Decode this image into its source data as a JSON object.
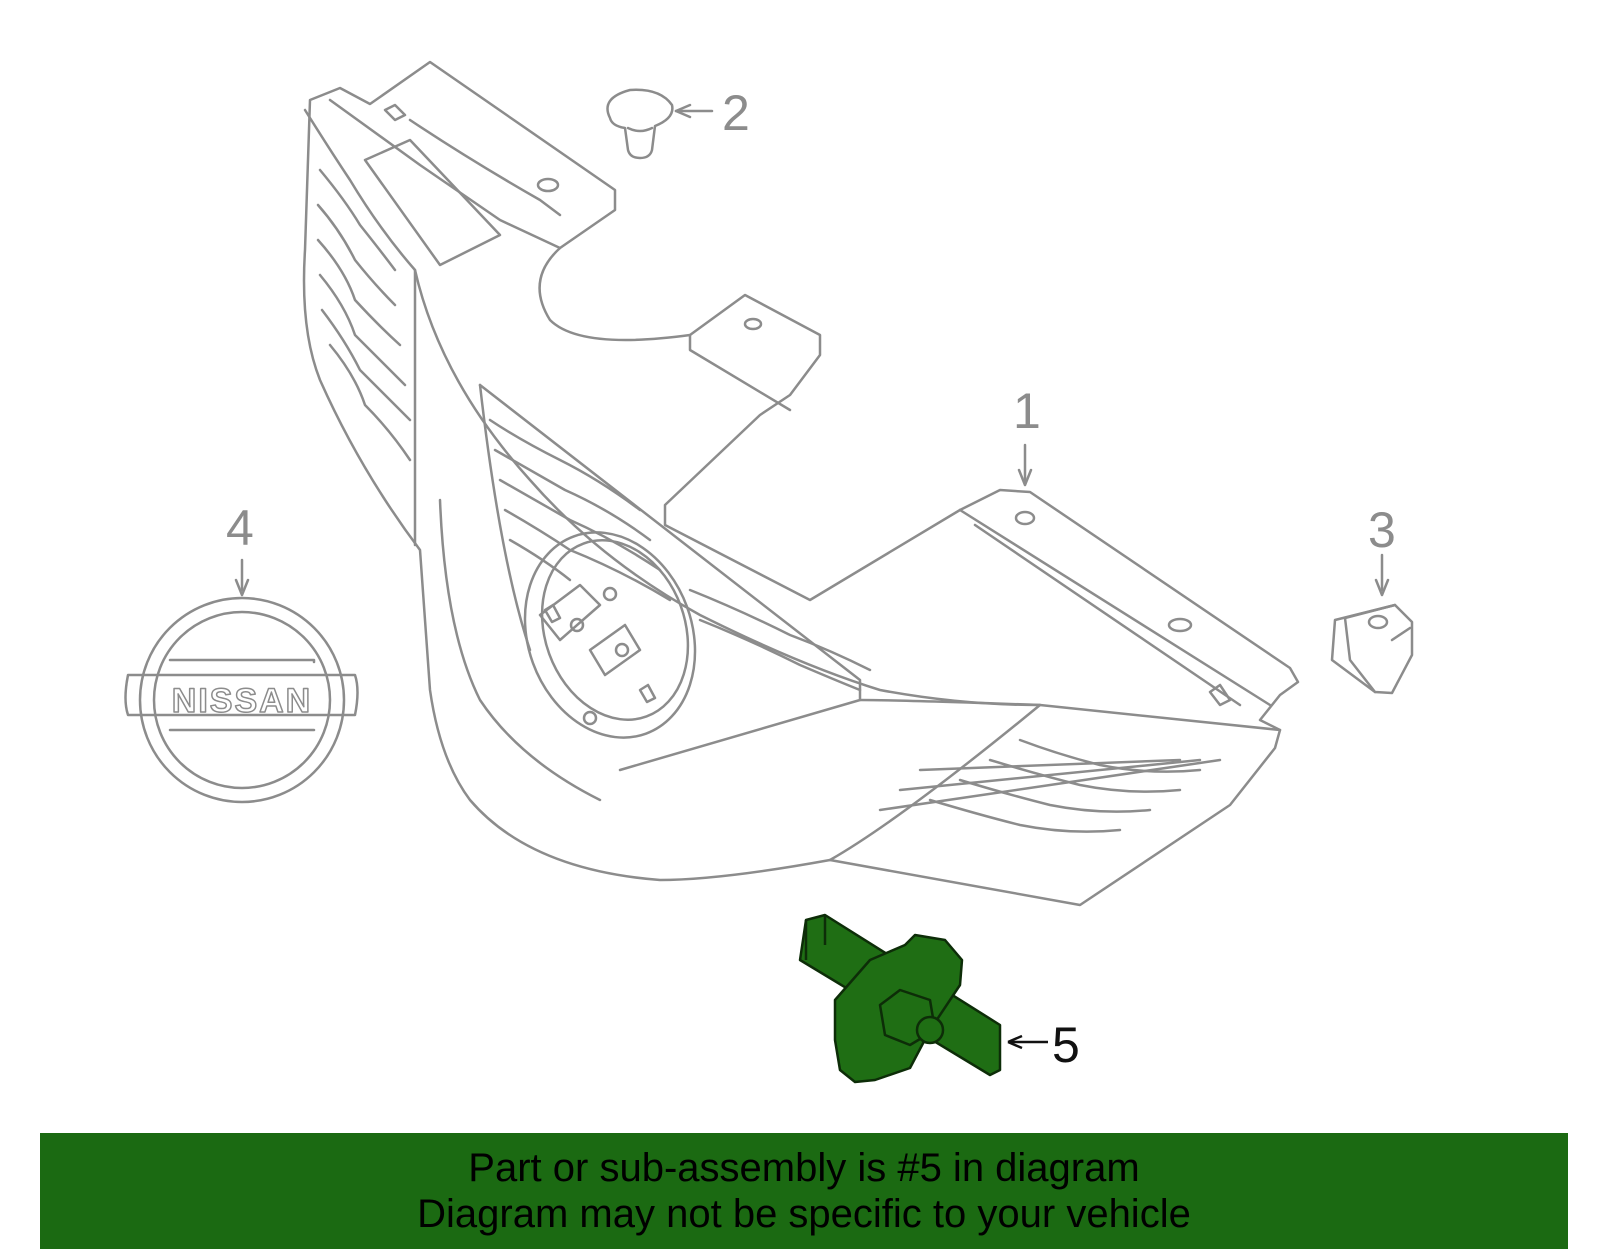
{
  "callouts": {
    "grille": "1",
    "clip": "2",
    "bracket": "3",
    "emblem": "4",
    "camera": "5"
  },
  "emblem_text": "NISSAN",
  "banner": {
    "line1": "Part or sub-assembly is #5 in diagram",
    "line2": "Diagram may not be specific to your vehicle"
  },
  "colors": {
    "outline": "#8c8c8c",
    "highlight_part": "#1f6e14",
    "banner": "#1b6a12"
  }
}
